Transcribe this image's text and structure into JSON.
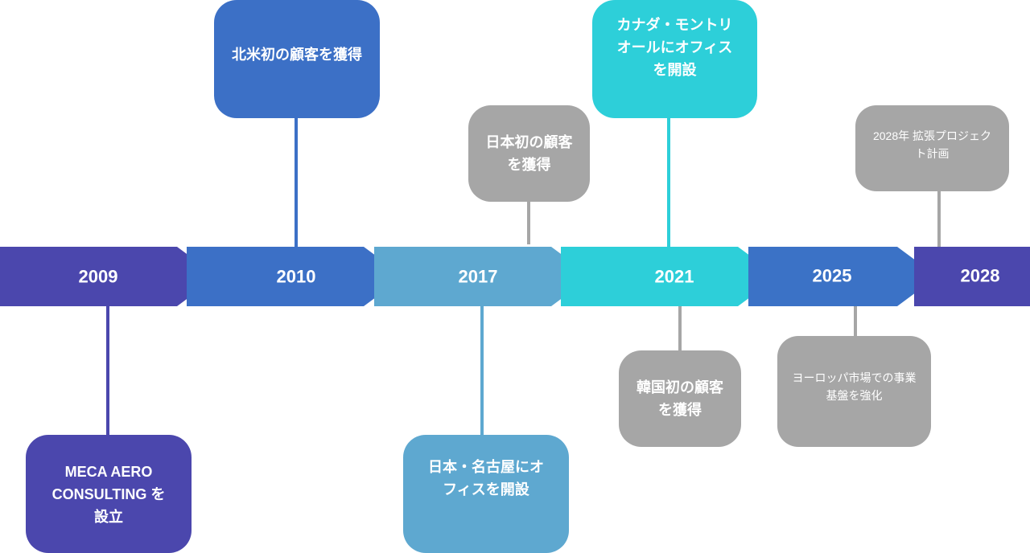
{
  "colors": {
    "y2009": "#4b47ad",
    "y2010": "#3c70c6",
    "y2017": "#5ea8d0",
    "y2021": "#2dcfd9",
    "y2025": "#3b72c6",
    "y2028": "#4b47ad",
    "gray": "#a6a6a6"
  },
  "years": [
    "2009",
    "2010",
    "2017",
    "2021",
    "2025",
    "2028"
  ],
  "events": {
    "e2009": "MECA AERO\nCONSULTING を\n設立",
    "e2010": "北米初の顧客を獲得",
    "e2017_top": "日本初の顧客\nを獲得",
    "e2017_bottom": "日本・名古屋にオ\nフィスを開設",
    "e2021_top": "カナダ・モントリ\nオールにオフィス\nを開設",
    "e2021_bottom": "韓国初の顧客\nを獲得",
    "e2025": "ヨーロッパ市場での事業\n基盤を強化",
    "e2028": "2028年 拡張プロジェク\nト計画"
  }
}
